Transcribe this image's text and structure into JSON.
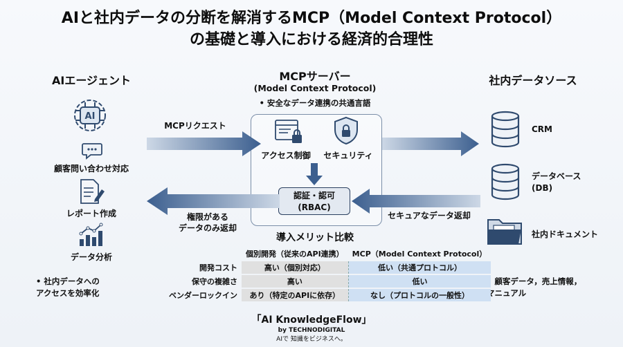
{
  "title_line1": "AIと社内データの分断を解消するMCP（Model Context Protocol）",
  "title_line2": "の基礎と導入における経済的合理性",
  "left": {
    "heading": "AIエージェント",
    "ai_icon_text": "AI",
    "items": [
      "顧客問い合わせ対応",
      "レポート作成",
      "データ分析"
    ],
    "bullet": "• 社内データへの\nアクセスを効率化"
  },
  "center": {
    "heading": "MCPサーバー",
    "subheading": "(Model Context Protocol)",
    "bullet": "• 安全なデータ連携の共通言語",
    "access_label": "アクセス制御",
    "security_label": "セキュリティ",
    "auth_label": "認証・認可\n(RBAC)"
  },
  "right": {
    "heading": "社内データソース",
    "sources": [
      "CRM",
      "データベース\n(DB)",
      "社内ドキュメント"
    ],
    "bullet": "• 顧客データ，売上情報，\nマニュアル"
  },
  "arrows": {
    "request": "MCPリクエスト",
    "return_limited": "権限がある\nデータのみ返却",
    "secure_return": "セキュアなデータ返却"
  },
  "comparison": {
    "title": "導入メリット比較",
    "col_headers": [
      "個別開発（従来のAPI連携）",
      "MCP（Model Context Protocol）"
    ],
    "rows": [
      {
        "label": "開発コスト",
        "a": "高い（個別対応）",
        "b": "低い（共通プロトコル）"
      },
      {
        "label": "保守の複雑さ",
        "a": "高い",
        "b": "低い"
      },
      {
        "label": "ベンダーロックイン",
        "a": "あり（特定のAPIに依存）",
        "b": "なし（プロトコルの一般性）"
      }
    ]
  },
  "brand": {
    "name": "「AI KnowledgeFlow」",
    "by": "by TECHNODIGITAL",
    "tagline": "AIで 知識をビジネスへ。"
  },
  "colors": {
    "arrow_blue": "#3c5f8f",
    "mcp_col": "#cfe0f3",
    "legacy_col": "#e0e0e0"
  }
}
